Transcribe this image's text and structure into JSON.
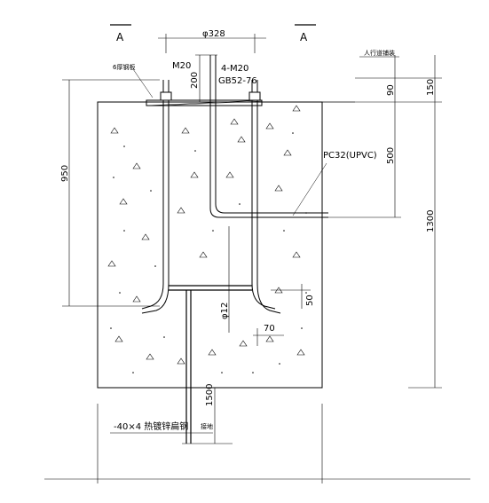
{
  "labels": {
    "section_left": "A",
    "section_right": "A",
    "pipe_dia": "φ328",
    "bolt_m20": "M20",
    "plate": "6厚钢板",
    "bolts_4m20": "4-M20",
    "bolt_std": "GB52-76",
    "conduit": "PC32(UPVC)",
    "road_surface": "人行道铺装",
    "rebar_dia": "φ12",
    "flat_steel": "-40×4 热镀锌扁钢",
    "ground": "接地",
    "dim_200": "200",
    "dim_90": "90",
    "dim_150": "150",
    "dim_500": "500",
    "dim_1300": "1300",
    "dim_950": "950",
    "dim_50": "50",
    "dim_70": "70",
    "dim_1500": "1500"
  }
}
